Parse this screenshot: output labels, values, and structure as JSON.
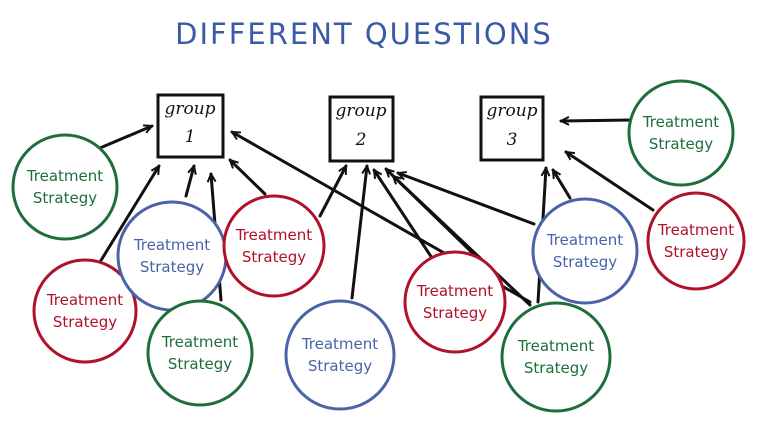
{
  "title": "DIFFERENT QUESTIONS",
  "colors": {
    "title": "#3b5aa5",
    "box": "#111111",
    "arrow": "#111111",
    "green": "#1e6e3c",
    "blue": "#4a63a8",
    "red": "#b0112b"
  },
  "groups": [
    {
      "line1": "group",
      "line2": "1"
    },
    {
      "line1": "group",
      "line2": "2"
    },
    {
      "line1": "group",
      "line2": "3"
    }
  ],
  "strategies": [
    {
      "line1": "Treatment",
      "line2": "Strategy",
      "color": "green"
    },
    {
      "line1": "Treatment",
      "line2": "Strategy",
      "color": "red"
    },
    {
      "line1": "Treatment",
      "line2": "Strategy",
      "color": "blue"
    },
    {
      "line1": "Treatment",
      "line2": "Strategy",
      "color": "green"
    },
    {
      "line1": "Treatment",
      "line2": "Strategy",
      "color": "red"
    },
    {
      "line1": "Treatment",
      "line2": "Strategy",
      "color": "blue"
    },
    {
      "line1": "Treatment",
      "line2": "Strategy",
      "color": "red"
    },
    {
      "line1": "Treatment",
      "line2": "Strategy",
      "color": "green"
    },
    {
      "line1": "Treatment",
      "line2": "Strategy",
      "color": "blue"
    },
    {
      "line1": "Treatment",
      "line2": "Strategy",
      "color": "green"
    },
    {
      "line1": "Treatment",
      "line2": "Strategy",
      "color": "red"
    }
  ]
}
